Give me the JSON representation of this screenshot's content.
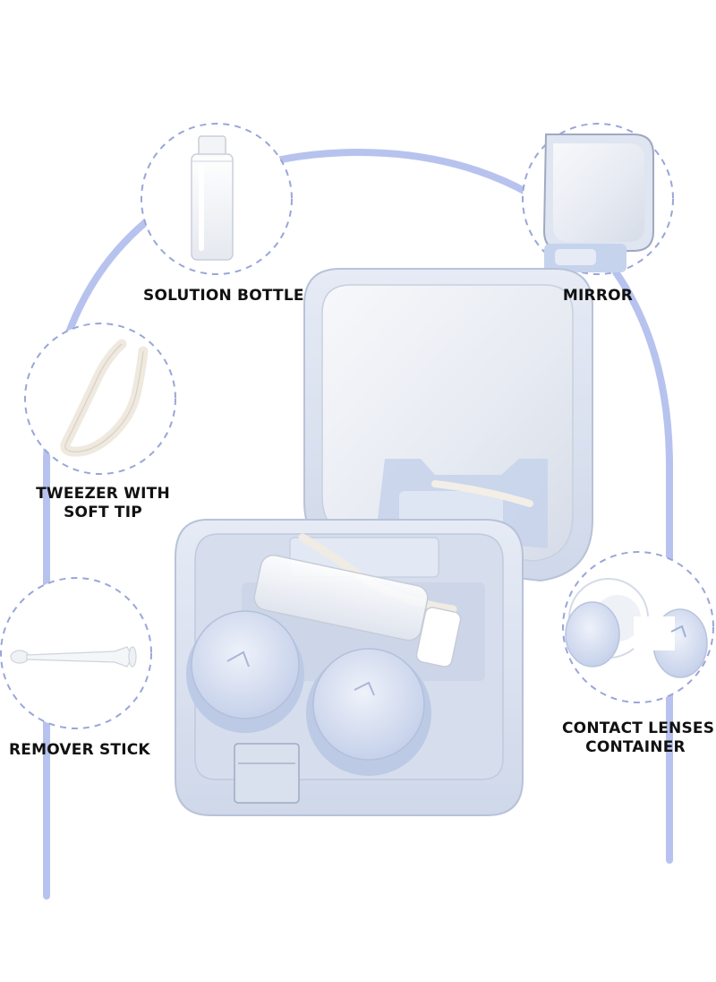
{
  "labels": {
    "solution_bottle": "SOLUTION BOTTLE",
    "mirror": "MIRROR",
    "tweezer_line1": "TWEEZER WITH",
    "tweezer_line2": "SOFT TIP",
    "remover_stick": "REMOVER STICK",
    "contact_line1": "CONTACT LENSES",
    "contact_line2": "CONTAINER"
  },
  "colors": {
    "arch": "#b7c3ee",
    "dashed_circle": "#9aa6d8",
    "case_body": "#dde4f1",
    "case_shadow": "#b8c3d8",
    "mirror_glass": "#eef1f6",
    "lens_cap": "#d2dcef",
    "label_text": "#111111"
  },
  "icons": {
    "callout_1": "solution-bottle-icon",
    "callout_2": "mirror-case-icon",
    "callout_3": "tweezer-icon",
    "callout_4": "remover-stick-icon",
    "callout_5": "lens-container-icon"
  }
}
